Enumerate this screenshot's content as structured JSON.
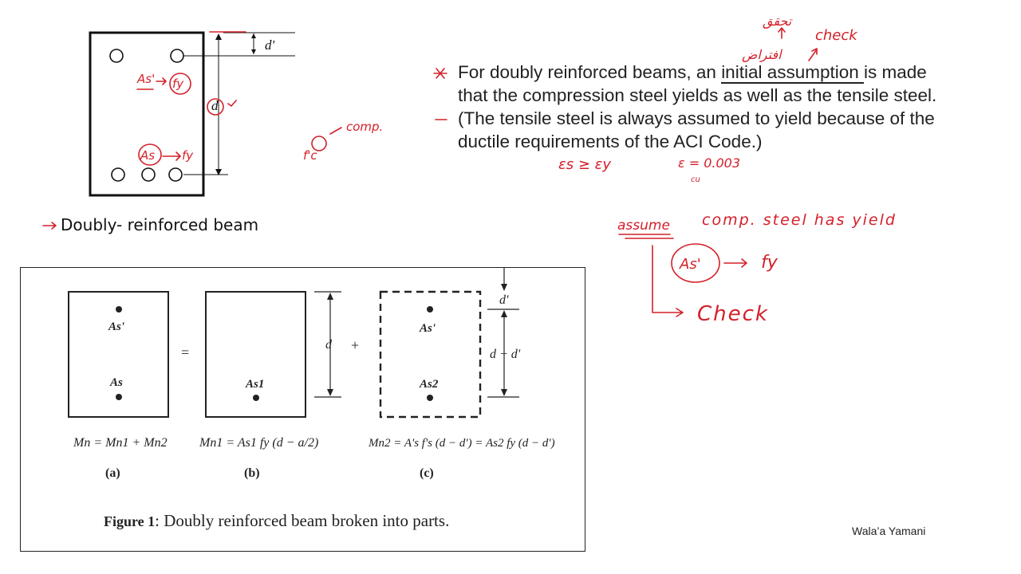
{
  "sketch": {
    "label_d_prime": "d'",
    "label_d": "d",
    "label_as_prime": "As'",
    "label_fy_top": "fy",
    "label_as": "As",
    "label_fy_bottom": "fy",
    "note_comp": "comp.",
    "note_fc_prime": "f'c"
  },
  "caption_doubly": "Doubly- reinforced beam",
  "bullets": {
    "line1_pre": "For doubly reinforced beams, an ",
    "line1_underlined": "initial assumption ",
    "line1_post": "is made",
    "line2": "that the compression steel yields as well as the tensile steel.",
    "line3": "(The tensile steel is always assumed to yield because of the",
    "line4_underlined": "ductile",
    "line4_post": " requirements of the ACI Code.)"
  },
  "handwriting": {
    "arabic_top": "تحقق",
    "arabic_bottom": "افتراض",
    "check_top": "check",
    "strain_ineq": "εs ≥ εy",
    "strain_eq": "ε = 0.003",
    "strain_sub": "cu",
    "assume_line": "assume",
    "comp_steel": "comp. steel has yield",
    "as_prime": "As'",
    "fy": "fy",
    "check_bottom": "Check"
  },
  "figure": {
    "eq_a": "Mn = Mn1 + Mn2",
    "eq_b": "Mn1 = As1 fy (d − a/2)",
    "eq_c": "Mn2 = A's f's (d − d') = As2 fy (d − d')",
    "label_a": "(a)",
    "label_b": "(b)",
    "label_c": "(c)",
    "as_prime_a": "As'",
    "as_a": "As",
    "as1_b": "As1",
    "as_prime_c": "As'",
    "as2_c": "As2",
    "dim_d": "d",
    "dim_d_prime": "d'",
    "dim_d_minus": "d − d'",
    "equals": "=",
    "plus": "+",
    "caption_bold": "Figure 1",
    "caption_rest": ": Doubly reinforced beam broken into parts."
  },
  "author": "Wala’a Yamani",
  "colors": {
    "annotation": "#d4202a",
    "text": "#222222"
  }
}
